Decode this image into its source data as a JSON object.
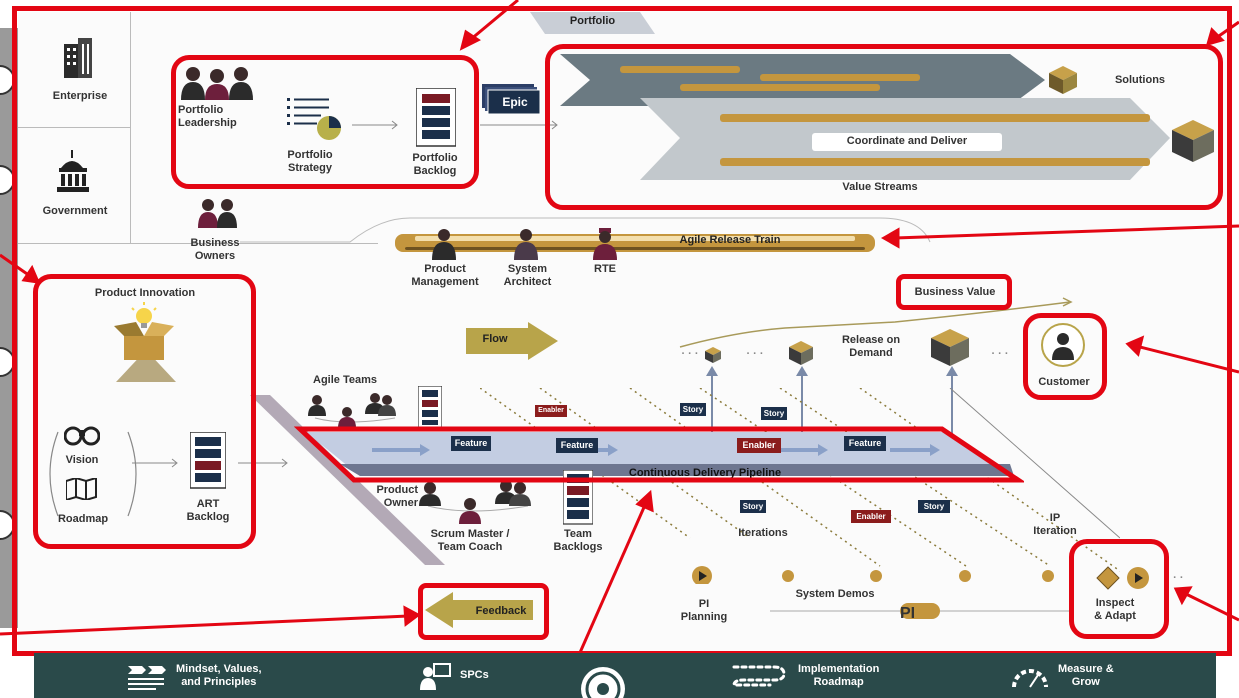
{
  "left_panel": {
    "enterprise": "Enterprise",
    "government": "Government",
    "business_owners": "Business\nOwners"
  },
  "portfolio": {
    "tab": "Portfolio",
    "leadership": "Portfolio\nLeadership",
    "strategy": "Portfolio\nStrategy",
    "backlog": "Portfolio\nBacklog",
    "epic": "Epic",
    "solutions": "Solutions",
    "coordinate": "Coordinate and Deliver",
    "value_streams": "Value Streams"
  },
  "art": {
    "train": "Agile Release Train",
    "product_management": "Product\nManagement",
    "system_architect": "System\nArchitect",
    "rte": "RTE"
  },
  "innovation": {
    "title": "Product Innovation",
    "vision": "Vision",
    "roadmap": "Roadmap",
    "art_backlog": "ART\nBacklog"
  },
  "flow": {
    "flow": "Flow",
    "business_value": "Business Value",
    "release_on_demand": "Release on\nDemand",
    "customer": "Customer",
    "agile_teams": "Agile Teams",
    "pipeline": "Continuous Delivery Pipeline",
    "product_owner": "Product\nOwner",
    "scrum_master": "Scrum Master /\nTeam Coach",
    "team_backlogs": "Team\nBacklogs",
    "iterations": "Iterations",
    "ip_iteration": "IP\nIteration",
    "system_demos": "System Demos",
    "pi": "PI",
    "pi_planning": "PI\nPlanning",
    "inspect_adapt": "Inspect\n& Adapt",
    "feedback": "Feedback"
  },
  "tags": {
    "feature": "Feature",
    "enabler": "Enabler",
    "story": "Story"
  },
  "bottom_bar": {
    "mindset": "Mindset, Values,\nand Principles",
    "spcs": "SPCs",
    "implementation": "Implementation\nRoadmap",
    "measure": "Measure &\nGrow"
  },
  "colors": {
    "highlight_red": "#e30613",
    "bottom_bar": "#2a4a4a",
    "train_gold": "#b98d3a",
    "navy": "#1b2f4a",
    "enabler_red": "#8b1c1c"
  }
}
